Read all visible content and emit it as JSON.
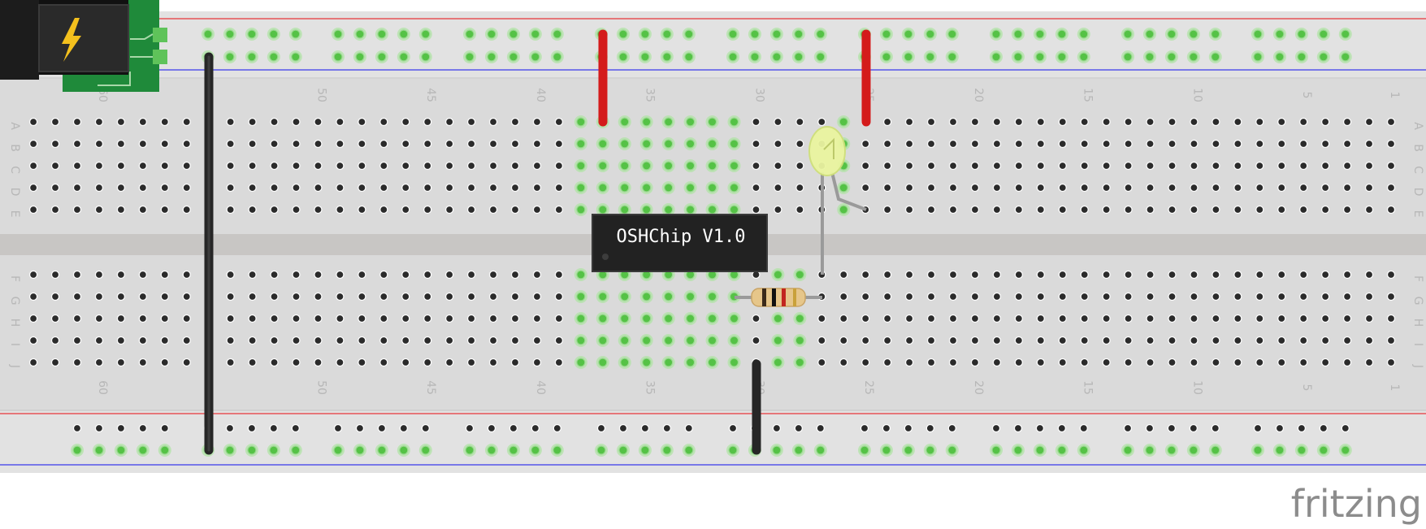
{
  "diagram": {
    "chip_label": "OSHChip V1.0",
    "brand": "fritzing",
    "row_letters_top": [
      "A",
      "B",
      "C",
      "D",
      "E"
    ],
    "row_letters_bottom": [
      "F",
      "G",
      "H",
      "I",
      "J"
    ],
    "column_numbers": [
      "60",
      "50",
      "45",
      "40",
      "35",
      "30",
      "25",
      "20",
      "15",
      "10",
      "5",
      "1"
    ],
    "components": [
      "power-jack",
      "breadboard",
      "oshchip",
      "led",
      "resistor",
      "red-wire",
      "red-wire",
      "black-wire",
      "black-wire"
    ],
    "colors": {
      "board": "#d9d9d9",
      "rail_red": "#e8363b",
      "rail_blue": "#3a3aeb",
      "hole": "#2b2b2b",
      "hole_active": "#55c246",
      "wire_red": "#d41b1b",
      "wire_black": "#262626",
      "chip": "#222222",
      "led": "#eaf5a0",
      "resistor": "#e6c68a",
      "jack_pcb": "#1f8a3a"
    }
  }
}
